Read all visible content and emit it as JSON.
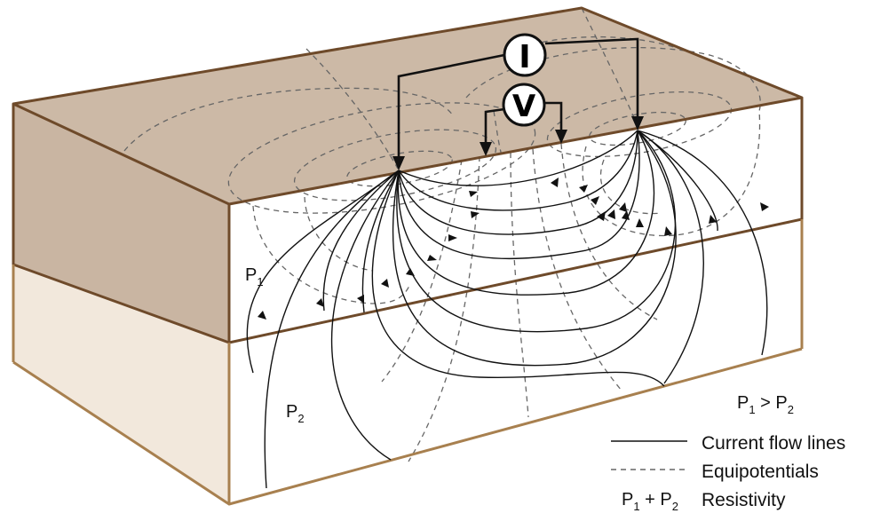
{
  "meters": {
    "current": "I",
    "voltage": "V"
  },
  "layers": {
    "upper": {
      "symbol": "P",
      "subscript": "1"
    },
    "lower": {
      "symbol": "P",
      "subscript": "2"
    }
  },
  "relation": {
    "left": "P",
    "left_sub": "1",
    "op": " > ",
    "right": "P",
    "right_sub": "2"
  },
  "legend": {
    "current_flow": "Current flow lines",
    "equipotentials": "Equipotentials",
    "resistivity_symbol": {
      "a": "P",
      "a_sub": "1",
      "op": " + ",
      "b": "P",
      "b_sub": "2"
    },
    "resistivity": "Resistivity"
  },
  "colors": {
    "top_face": "#ccb9a6",
    "left_upper": "#c9b5a2",
    "left_lower": "#f2e8dc",
    "front": "#ffffff",
    "edge_dark": "#6e4a2a",
    "edge_light": "#a8804f",
    "line": "#111111",
    "dash": "#666666"
  }
}
